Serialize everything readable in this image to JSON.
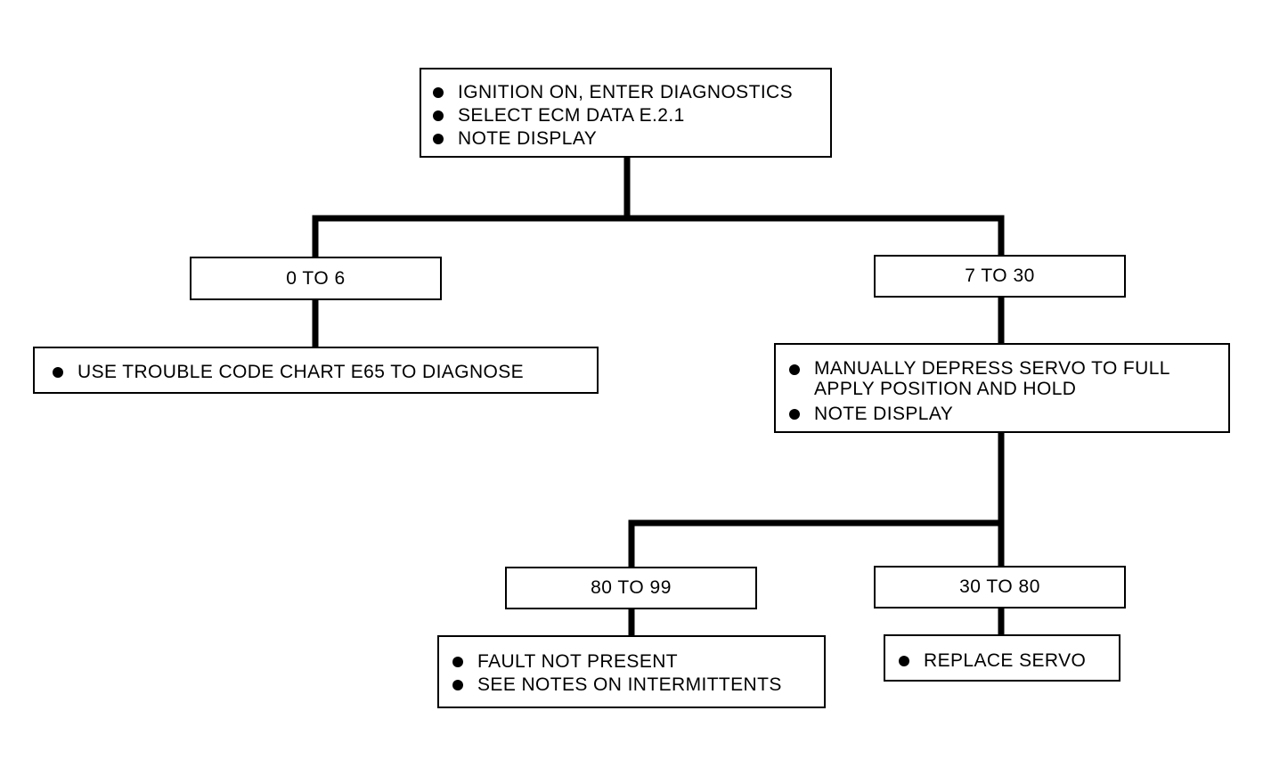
{
  "start": {
    "steps": [
      "IGNITION ON, ENTER DIAGNOSTICS",
      "SELECT ECM DATA E.2.1",
      "NOTE DISPLAY"
    ]
  },
  "branch_low": {
    "range": "0 TO 6",
    "steps": [
      "USE TROUBLE CODE CHART E65 TO DIAGNOSE"
    ]
  },
  "branch_high": {
    "range": "7 TO 30",
    "steps": [
      "MANUALLY DEPRESS SERVO TO FULL APPLY POSITION AND HOLD",
      "NOTE DISPLAY"
    ]
  },
  "servo_high": {
    "range": "80 TO 99",
    "steps": [
      "FAULT NOT PRESENT",
      "SEE NOTES ON INTERMITTENTS"
    ]
  },
  "servo_mid": {
    "range": "30 TO 80",
    "steps": [
      "REPLACE SERVO"
    ]
  },
  "colors": {
    "line": "#000000",
    "background": "#ffffff"
  }
}
